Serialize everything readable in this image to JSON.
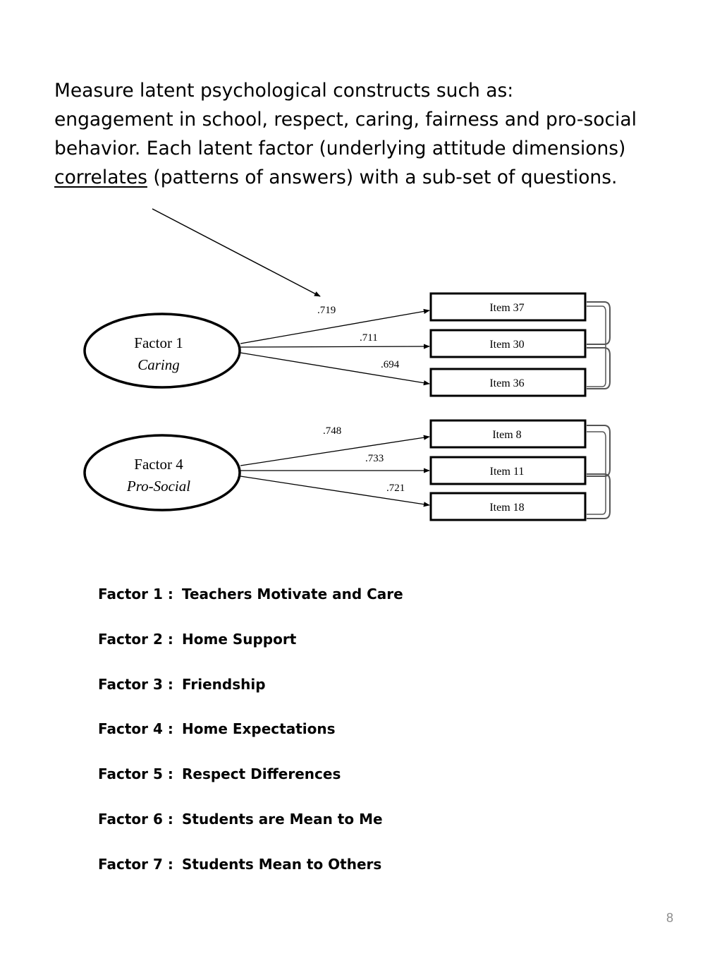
{
  "intro": {
    "line1": "Measure latent psychological constructs such as:",
    "line2": "engagement in school, respect, caring, fairness and pro-social",
    "line3": "behavior.  Each latent factor (underlying attitude dimensions)",
    "line4_underlined": "correlates",
    "line4_rest": " (patterns of answers) with a sub-set of questions."
  },
  "diagram": {
    "factor_a": {
      "label": "Factor 1",
      "name": "Caring",
      "loadings": [
        ".719",
        ".711",
        ".694"
      ],
      "items": [
        "Item 37",
        "Item 30",
        "Item 36"
      ]
    },
    "factor_b": {
      "label": "Factor 4",
      "name": "Pro-Social",
      "loadings": [
        ".748",
        ".733",
        ".721"
      ],
      "items": [
        "Item 8",
        "Item 11",
        "Item 18"
      ]
    }
  },
  "factors": [
    {
      "num": "Factor 1 :",
      "name": "Teachers Motivate and Care"
    },
    {
      "num": "Factor 2 :",
      "name": "Home Support"
    },
    {
      "num": "Factor 3 :",
      "name": "Friendship"
    },
    {
      "num": "Factor 4 :",
      "name": "Home Expectations"
    },
    {
      "num": "Factor 5 :",
      "name": "Respect Differences"
    },
    {
      "num": "Factor 6 :",
      "name": "Students are Mean to Me"
    },
    {
      "num": "Factor 7 :",
      "name": "Students Mean to Others"
    }
  ],
  "page_number": "8"
}
